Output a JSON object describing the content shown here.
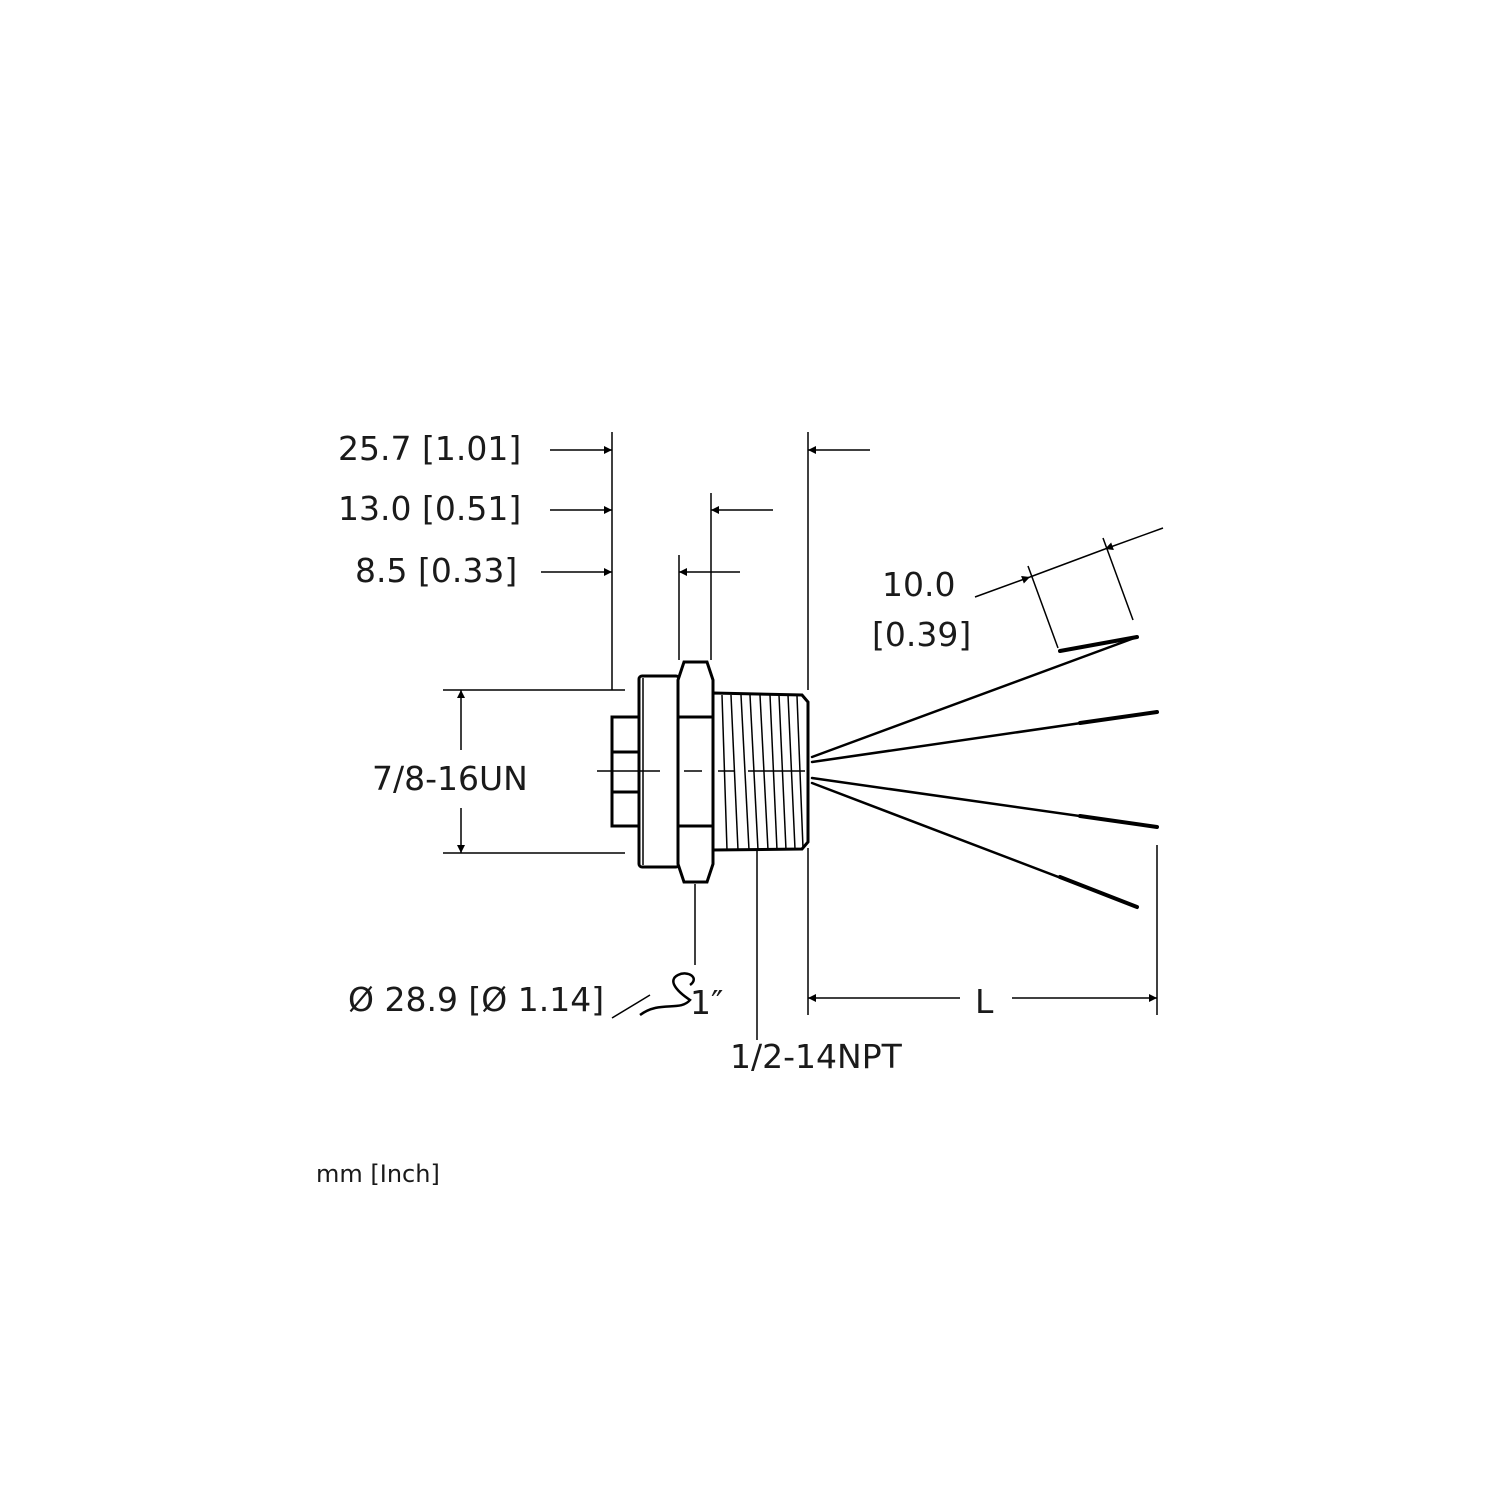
{
  "dimensions": {
    "overall_length": "25.7 [1.01]",
    "nut_to_flange": "13.0 [0.51]",
    "flange_thickness": "8.5 [0.33]",
    "strip_length_mm": "10.0",
    "strip_length_in": "[0.39]",
    "thread_front": "7/8-16UN",
    "diameter": "Ø 28.9 [Ø 1.14]",
    "wrench_size": "1″",
    "thread_rear": "1/2-14NPT",
    "cable_length": "L"
  },
  "units_note": "mm [Inch]",
  "colors": {
    "line": "#000000",
    "text": "#1a1a1a"
  }
}
